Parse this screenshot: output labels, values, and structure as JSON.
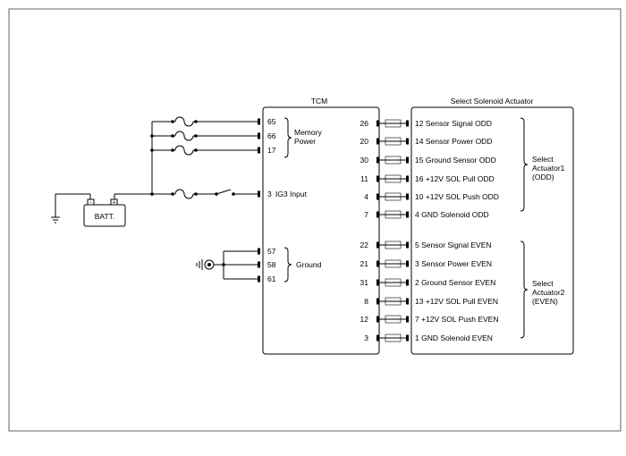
{
  "tcm": {
    "title": "TCM",
    "left_pins": [
      "65",
      "66",
      "17",
      "3",
      "57",
      "58",
      "61"
    ],
    "memory_power_label": [
      "Memory",
      "Power"
    ],
    "ig3_label": "IG3 Input",
    "ground_label": "Ground",
    "right_pins": [
      "26",
      "20",
      "30",
      "11",
      "4",
      "7",
      "22",
      "21",
      "31",
      "8",
      "12",
      "3"
    ]
  },
  "actuator": {
    "title": "Select Solenoid Actuator",
    "pins": [
      "12 Sensor Signal ODD",
      "14 Sensor Power ODD",
      "15 Ground Sensor ODD",
      "16 +12V SOL Pull ODD",
      "10 +12V SOL Push ODD",
      "4 GND Solenoid ODD",
      "5 Sensor Signal EVEN",
      "3 Sensor Power EVEN",
      "2 Ground Sensor EVEN",
      "13 +12V SOL Pull EVEN",
      "7 +12V SOL Push EVEN",
      "1 GND Solenoid EVEN"
    ],
    "group_odd": [
      "Select",
      "Actuator1",
      "(ODD)"
    ],
    "group_even": [
      "Select",
      "Actuator2",
      "(EVEN)"
    ]
  },
  "battery": {
    "label": "BATT.",
    "neg": "-",
    "pos": "+"
  }
}
